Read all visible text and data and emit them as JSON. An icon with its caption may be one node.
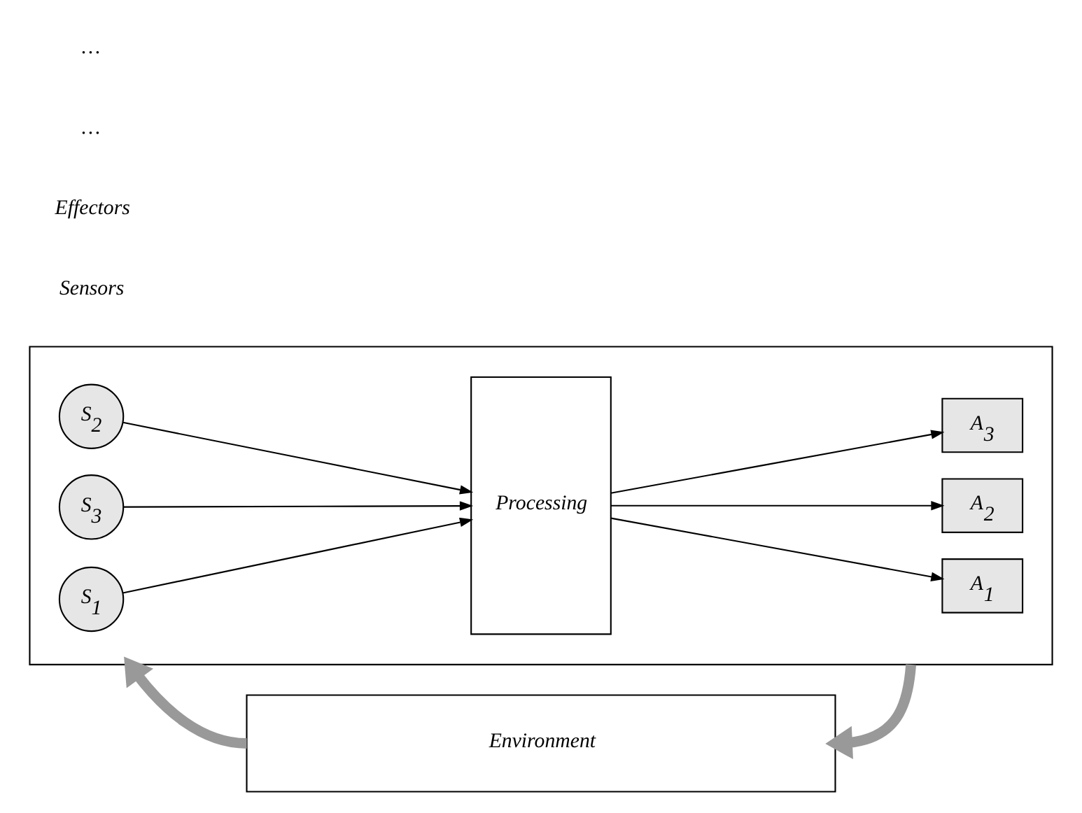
{
  "diagram": {
    "nodes": [
      {
        "text": [],
        "shape": "box"
      },
      {
        "text": [
          "S$_{1}$"
        ],
        "in": 0
      },
      {
        "text": [
          "S$_{2}$"
        ],
        "in": 0
      },
      {
        "text": [
          "S$_{3}$"
        ],
        "in": 0
      },
      {
        "text": [
          "Processing"
        ],
        "in": 0
      },
      {
        "text": [
          "A$_{1}$"
        ],
        "in": 0
      },
      {
        "text": [
          "A$_{2}$"
        ],
        "in": 0
      },
      {
        "text": [
          "A$_{3}$"
        ],
        "in": 0
      },
      {
        "text": [
          "Environment"
        ]
      }
    ],
    "edges": [
      {
        "from": 1,
        "to": 4,
        "arrow": "to"
      },
      {
        "from": 2,
        "to": 4,
        "arrow": "to"
      },
      {
        "from": 3,
        "to": 4,
        "arrow": "to"
      },
      {
        "from": 4,
        "to": 5,
        "arrow": "to"
      },
      {
        "from": 4,
        "to": 6,
        "arrow": "to"
      },
      {
        "from": 4,
        "to": 7,
        "arrow": "to"
      },
      {
        "from": 8,
        "to": 0,
        "arrow": "to",
        "style": "thick",
        "color": "#999999"
      },
      {
        "from": 0,
        "to": 8,
        "arrow": "to",
        "style": "thick",
        "color": "#999999"
      }
    ],
    "labels": [
      "Sensors",
      "Effectors",
      "…",
      "…"
    ]
  }
}
